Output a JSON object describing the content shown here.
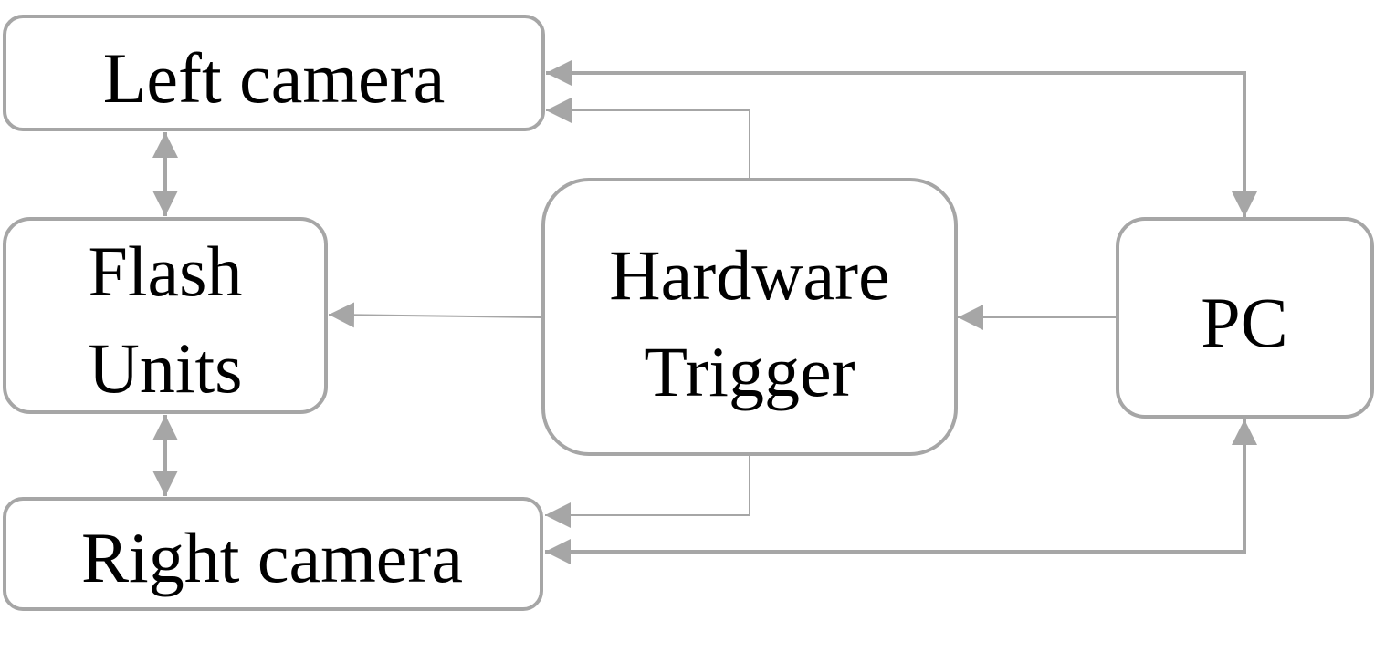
{
  "nodes": {
    "left_camera": "Left camera",
    "flash_units": [
      "Flash",
      "Units"
    ],
    "hardware_trigger": [
      "Hardware",
      "Trigger"
    ],
    "pc": "PC",
    "right_camera": "Right camera"
  },
  "edges": [
    {
      "from": "PC",
      "to": "Left camera",
      "direction": "bidirectional"
    },
    {
      "from": "Hardware Trigger",
      "to": "Left camera",
      "direction": "one-way"
    },
    {
      "from": "Left camera",
      "to": "Flash Units",
      "direction": "bidirectional"
    },
    {
      "from": "Hardware Trigger",
      "to": "Flash Units",
      "direction": "one-way"
    },
    {
      "from": "PC",
      "to": "Hardware Trigger",
      "direction": "one-way"
    },
    {
      "from": "Flash Units",
      "to": "Right camera",
      "direction": "bidirectional"
    },
    {
      "from": "Hardware Trigger",
      "to": "Right camera",
      "direction": "one-way"
    },
    {
      "from": "PC",
      "to": "Right camera",
      "direction": "bidirectional"
    }
  ],
  "colors": {
    "stroke": "#a6a6a6",
    "text": "#000000"
  }
}
